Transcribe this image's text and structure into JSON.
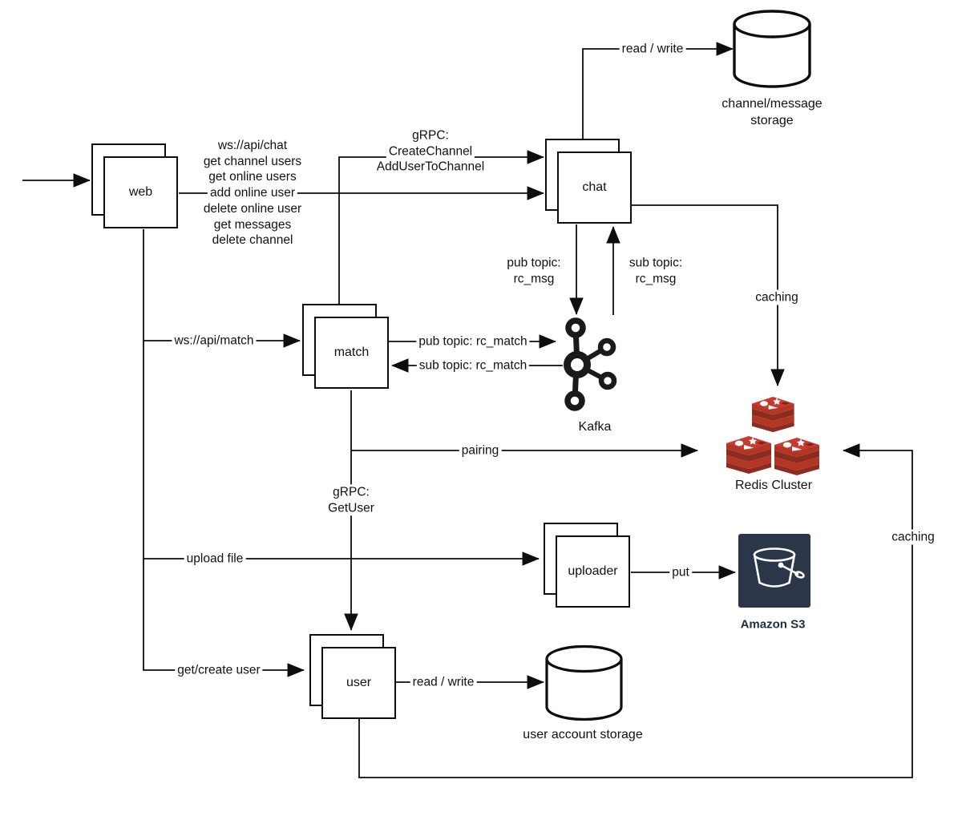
{
  "nodes": {
    "web": {
      "label": "web"
    },
    "chat": {
      "label": "chat"
    },
    "match": {
      "label": "match"
    },
    "uploader": {
      "label": "uploader"
    },
    "user": {
      "label": "user"
    },
    "kafka": {
      "label": "Kafka"
    },
    "redis_cluster": {
      "label": "Redis Cluster"
    },
    "amazon_s3": {
      "label": "Amazon S3"
    },
    "channel_storage": {
      "lines": [
        "channel/message",
        "storage"
      ]
    },
    "user_storage": {
      "label": "user account storage"
    }
  },
  "edges": {
    "web_to_chat": {
      "lines": [
        "ws://api/chat",
        "get channel users",
        "get online users",
        "add online user",
        "delete online user",
        "get messages",
        "delete channel"
      ]
    },
    "match_to_chat_grpc": {
      "lines": [
        "gRPC:",
        "CreateChannel",
        "AddUserToChannel"
      ]
    },
    "chat_to_channel_storage": {
      "label": "read / write"
    },
    "chat_to_kafka_pub": {
      "lines": [
        "pub topic:",
        "rc_msg"
      ]
    },
    "kafka_to_chat_sub": {
      "lines": [
        "sub topic:",
        "rc_msg"
      ]
    },
    "chat_to_redis": {
      "label": "caching"
    },
    "web_to_match": {
      "label": "ws://api/match"
    },
    "match_to_kafka_pub": {
      "label": "pub topic: rc_match"
    },
    "kafka_to_match_sub": {
      "label": "sub topic: rc_match"
    },
    "match_to_redis": {
      "label": "pairing"
    },
    "match_to_user_grpc": {
      "lines": [
        "gRPC:",
        "GetUser"
      ]
    },
    "web_to_uploader": {
      "label": "upload file"
    },
    "uploader_to_s3": {
      "label": "put"
    },
    "web_to_user": {
      "label": "get/create user"
    },
    "user_to_user_storage": {
      "label": "read / write"
    },
    "user_to_redis": {
      "label": "caching"
    }
  },
  "icons": {
    "kafka": "kafka-network-icon",
    "redis": "redis-stack-icon",
    "s3": "s3-bucket-icon",
    "storage": "database-cylinder-icon"
  },
  "colors": {
    "stroke": "#0d0d0d",
    "redis_top": "#C63A2F",
    "redis_band": "#B33524",
    "redis_shadow": "#8C2B20",
    "s3_background": "#2B3648",
    "s3_text": "#232F3E"
  }
}
